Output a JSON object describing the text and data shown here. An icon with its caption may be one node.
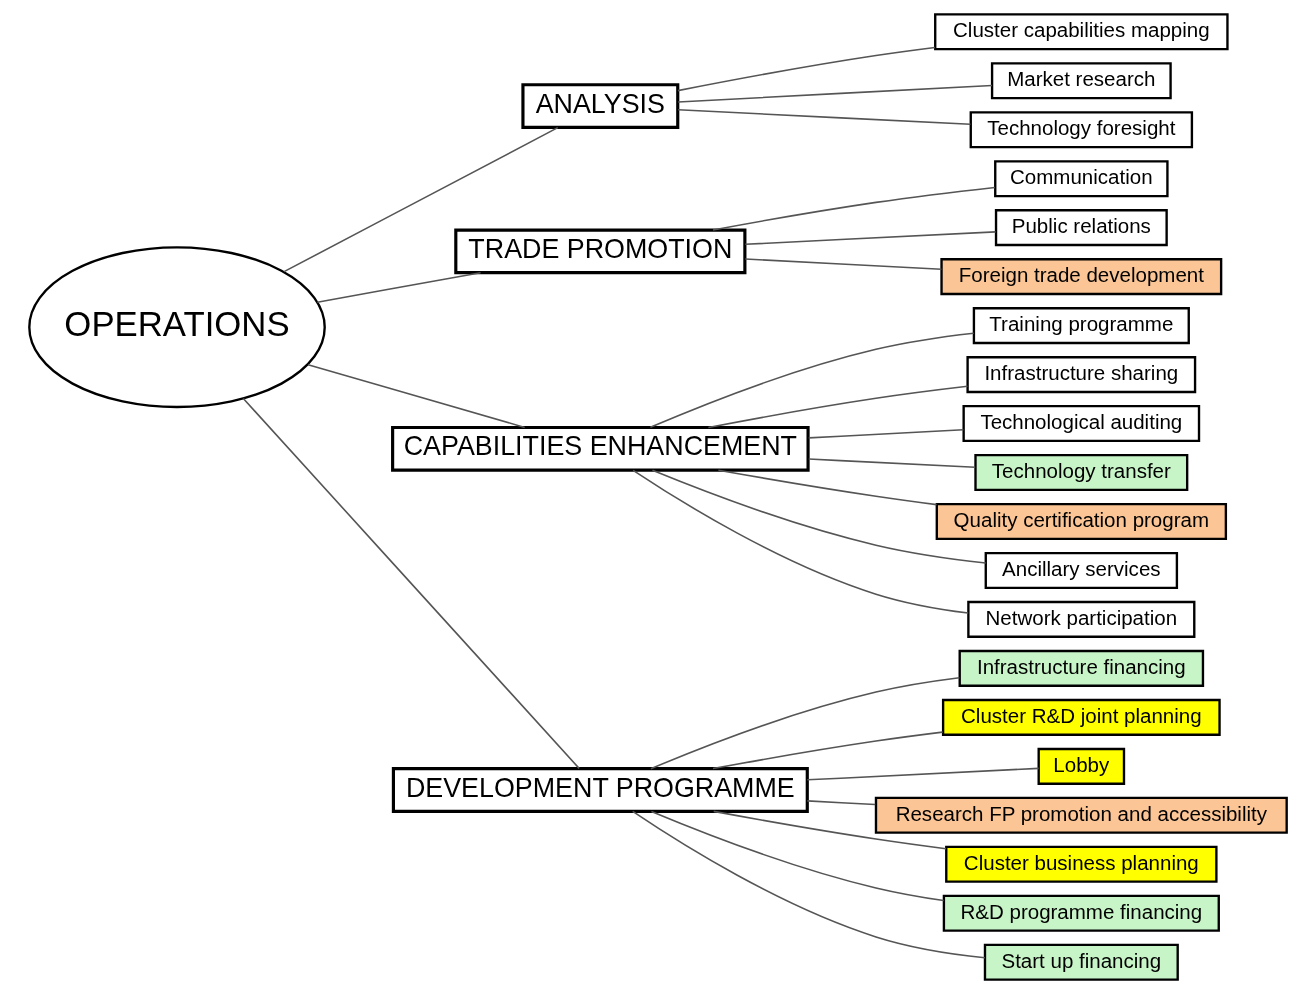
{
  "diagram": {
    "nodes": [
      {
        "text": [
          "OPERATIONS"
        ]
      },
      {
        "text": [
          "ANALYSIS"
        ]
      },
      {
        "text": [
          "Cluster capabilities mapping"
        ]
      },
      {
        "text": [
          "Market research"
        ]
      },
      {
        "text": [
          "Technology foresight"
        ]
      },
      {
        "text": [
          "TRADE PROMOTION"
        ]
      },
      {
        "text": [
          "Communication"
        ]
      },
      {
        "text": [
          "Public relations"
        ]
      },
      {
        "text": [
          "Foreign trade development"
        ]
      },
      {
        "text": [
          "CAPABILITIES ENHANCEMENT"
        ]
      },
      {
        "text": [
          "Training programme"
        ]
      },
      {
        "text": [
          "Infrastructure sharing"
        ]
      },
      {
        "text": [
          "Technological auditing"
        ]
      },
      {
        "text": [
          "Technology transfer"
        ]
      },
      {
        "text": [
          "Quality certification program"
        ]
      },
      {
        "text": [
          "Ancillary services"
        ]
      },
      {
        "text": [
          "Network participation"
        ]
      },
      {
        "text": [
          "DEVELOPMENT PROGRAMME"
        ]
      },
      {
        "text": [
          "Infrastructure financing"
        ]
      },
      {
        "text": [
          "Cluster R&D joint planning"
        ]
      },
      {
        "text": [
          "Lobby"
        ]
      },
      {
        "text": [
          "Research FP promotion and accessibility"
        ]
      },
      {
        "text": [
          "Cluster business planning"
        ]
      },
      {
        "text": [
          "R&D programme financing"
        ]
      },
      {
        "text": [
          "Start up financing"
        ]
      }
    ],
    "edges": [
      {
        "from": 0,
        "to": 1,
        "arrow": "none"
      },
      {
        "from": 1,
        "to": 2,
        "arrow": "none"
      },
      {
        "from": 1,
        "to": 3,
        "arrow": "none"
      },
      {
        "from": 1,
        "to": 4,
        "arrow": "none"
      },
      {
        "from": 0,
        "to": 5,
        "arrow": "none"
      },
      {
        "from": 5,
        "to": 6,
        "arrow": "none"
      },
      {
        "from": 5,
        "to": 7,
        "arrow": "none"
      },
      {
        "from": 5,
        "to": 8,
        "arrow": "none"
      },
      {
        "from": 0,
        "to": 9,
        "arrow": "none"
      },
      {
        "from": 9,
        "to": 10,
        "arrow": "none"
      },
      {
        "from": 9,
        "to": 11,
        "arrow": "none"
      },
      {
        "from": 9,
        "to": 12,
        "arrow": "none"
      },
      {
        "from": 9,
        "to": 13,
        "arrow": "none"
      },
      {
        "from": 9,
        "to": 14,
        "arrow": "none"
      },
      {
        "from": 9,
        "to": 15,
        "arrow": "none"
      },
      {
        "from": 9,
        "to": 16,
        "arrow": "none"
      },
      {
        "from": 0,
        "to": 17,
        "arrow": "none"
      },
      {
        "from": 17,
        "to": 18,
        "arrow": "none"
      },
      {
        "from": 17,
        "to": 19,
        "arrow": "none"
      },
      {
        "from": 17,
        "to": 20,
        "arrow": "none"
      },
      {
        "from": 17,
        "to": 21,
        "arrow": "none"
      },
      {
        "from": 17,
        "to": 22,
        "arrow": "none"
      },
      {
        "from": 17,
        "to": 23,
        "arrow": "none"
      },
      {
        "from": 17,
        "to": 24,
        "arrow": "none"
      }
    ]
  }
}
